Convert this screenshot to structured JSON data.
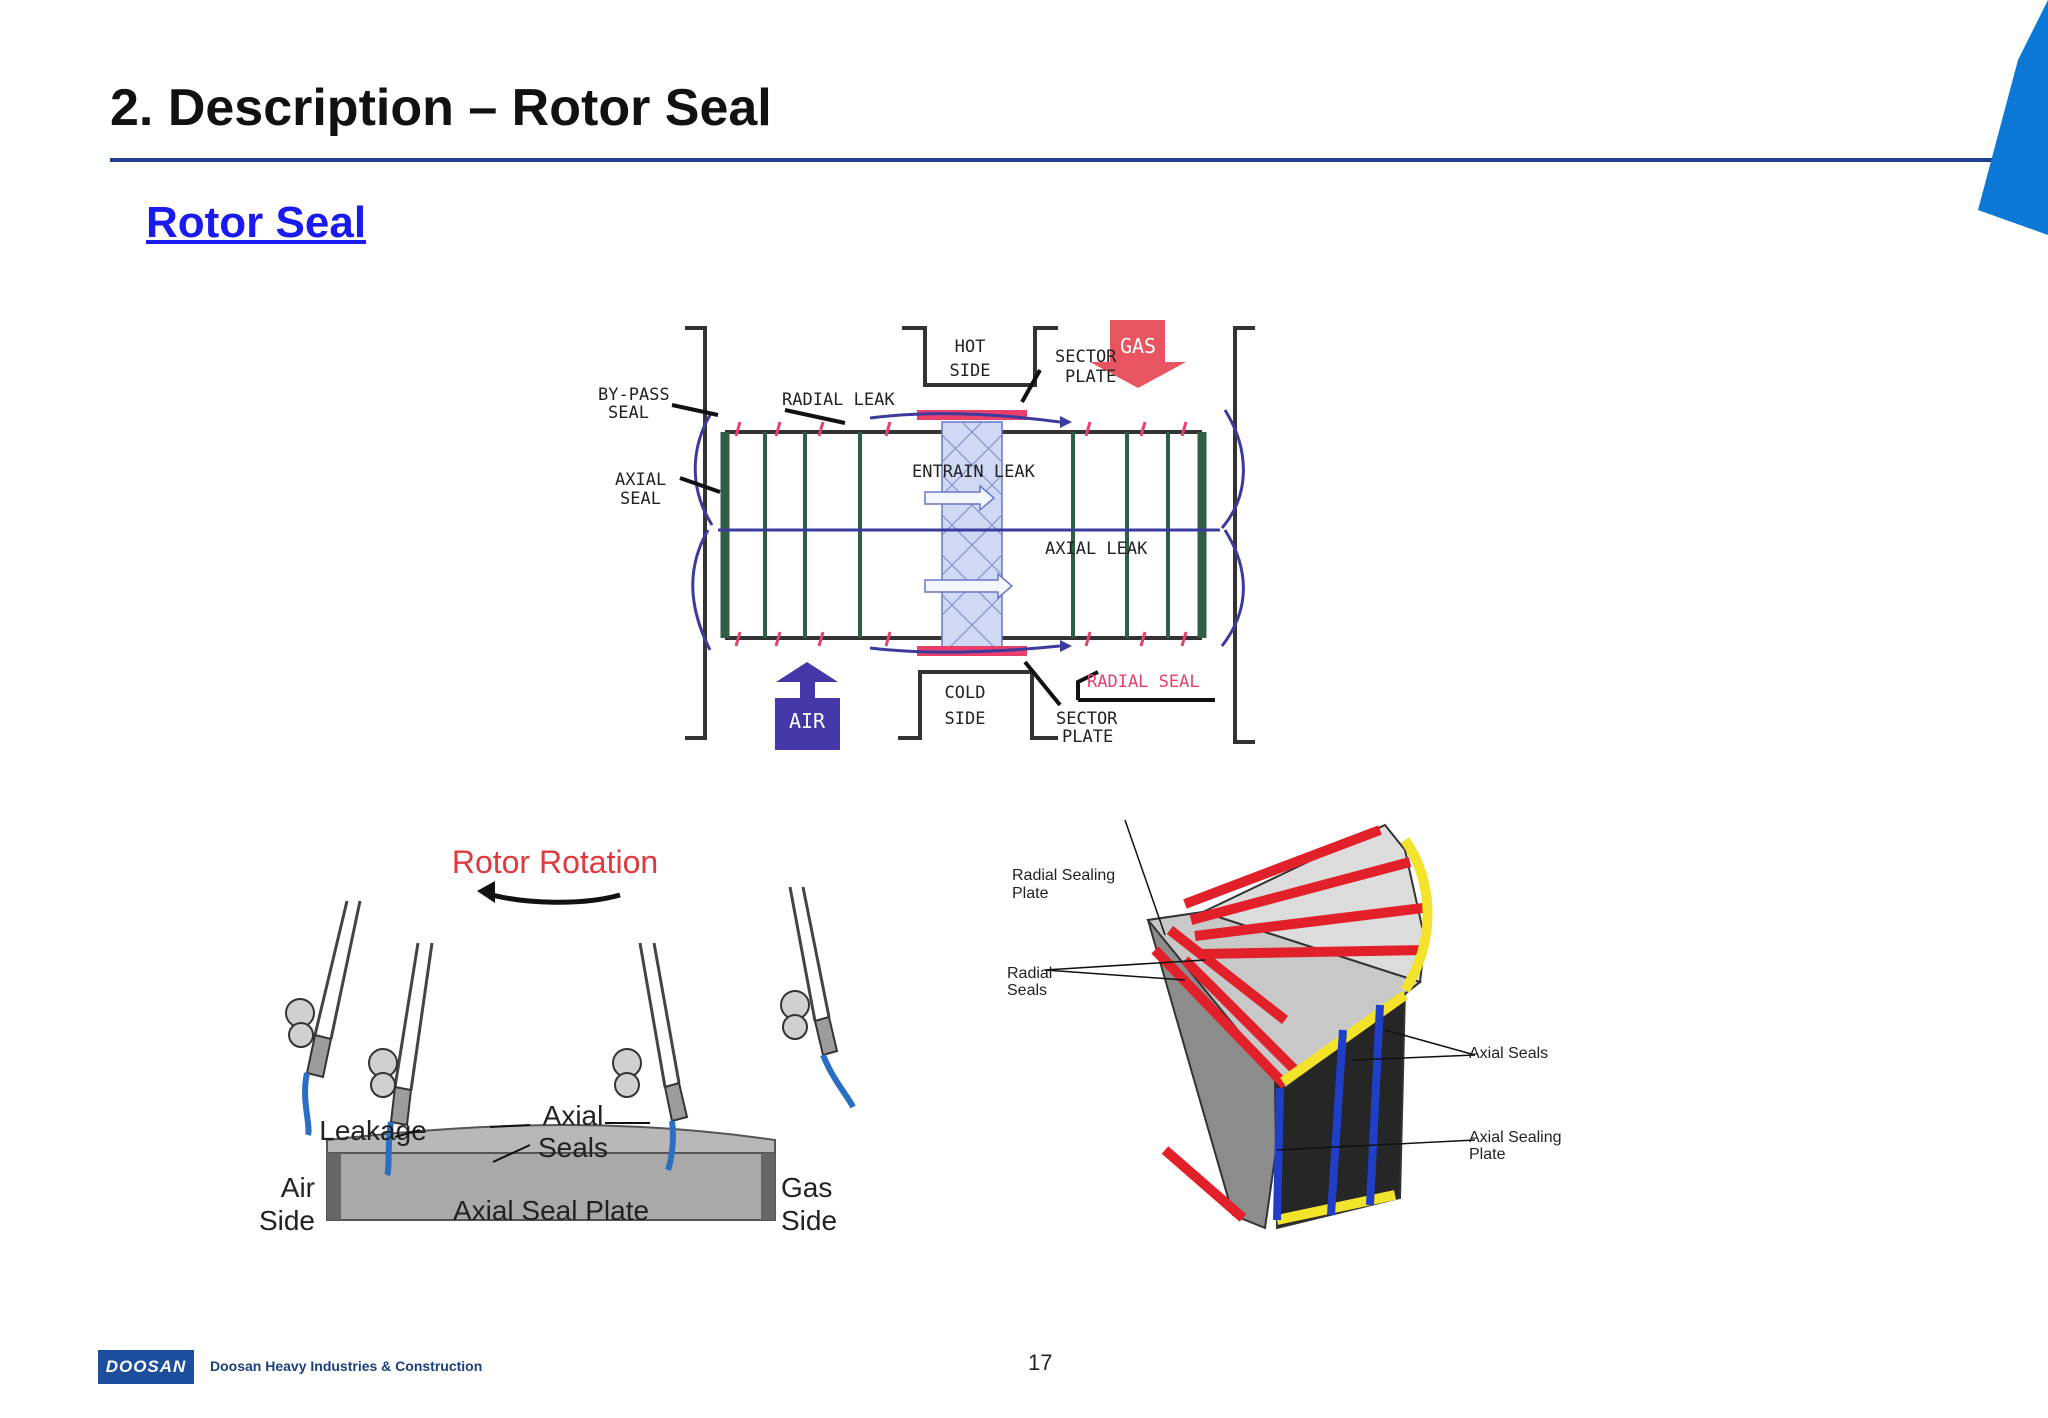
{
  "slide": {
    "title": "2. Description – Rotor Seal",
    "section_link": "Rotor Seal",
    "page_number": "17",
    "accent_color": "#1f3f8f",
    "link_color": "#1a1aee"
  },
  "footer": {
    "logo_text": "DOOSAN",
    "company": "Doosan Heavy Industries & Construction"
  },
  "diagram_top": {
    "hot_side": [
      "HOT",
      "SIDE"
    ],
    "sector_plate_top": [
      "SECTOR",
      "PLATE"
    ],
    "gas": "GAS",
    "bypass_seal": [
      "BY-PASS",
      "SEAL"
    ],
    "radial_leak": "RADIAL LEAK",
    "axial_seal": [
      "AXIAL",
      "SEAL"
    ],
    "entrain_leak": "ENTRAIN LEAK",
    "axial_leak": "AXIAL LEAK",
    "radial_seal": "RADIAL SEAL",
    "air": "AIR",
    "cold_side": [
      "COLD",
      "SIDE"
    ],
    "sector_plate_bottom": [
      "SECTOR",
      "PLATE"
    ],
    "colors": {
      "seal": "#e8406a",
      "flow": "#3b3b9e",
      "element": "#2f5e45"
    }
  },
  "diagram_bottom_left": {
    "rotor_rotation": "Rotor Rotation",
    "leakage": "Leakage",
    "axial_seals": [
      "Axial",
      "Seals"
    ],
    "axial_seal_plate": "Axial Seal Plate",
    "air_side": [
      "Air",
      "Side"
    ],
    "gas_side": [
      "Gas",
      "Side"
    ],
    "colors": {
      "title": "#e0393e",
      "seal": "#2a6fc4"
    }
  },
  "diagram_bottom_right": {
    "radial_sealing_plate": [
      "Radial Sealing",
      "Plate"
    ],
    "radial_seals": [
      "Radial",
      "Seals"
    ],
    "axial_seals": "Axial Seals",
    "axial_sealing_plate": [
      "Axial Sealing",
      "Plate"
    ],
    "colors": {
      "radial": "#e2202a",
      "edge": "#f3e32a",
      "axial": "#1f3fc8"
    }
  }
}
